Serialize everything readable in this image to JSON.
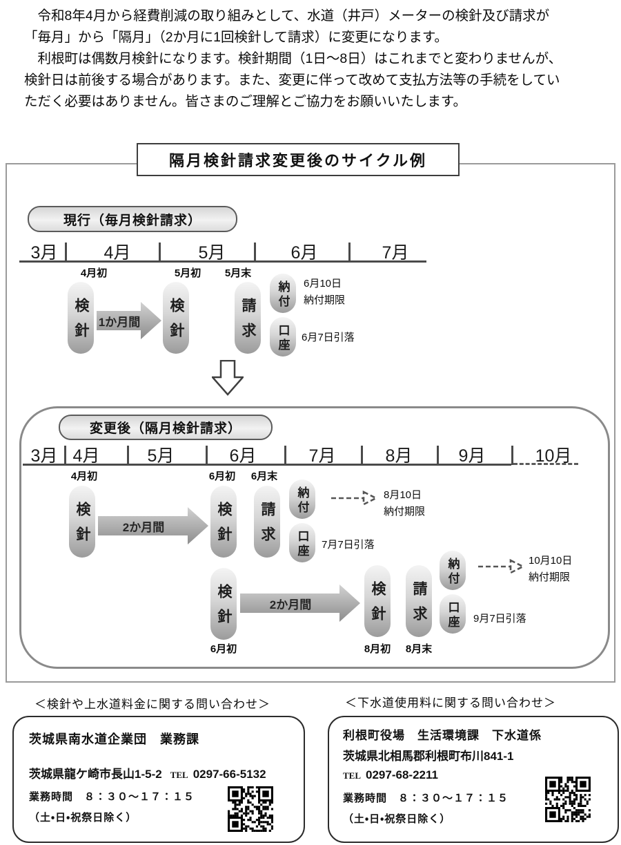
{
  "intro": {
    "lines": [
      "　令和8年4月から経費削減の取り組みとして、水道（井戸）メーターの検針及び請求が",
      "「毎月」から「隔月」（2か月に1回検針して請求）に変更になります。",
      "　利根町は偶数月検針になります。検針期間（1日～8日）はこれまでと変わりませんが、",
      "検針日は前後する場合があります。また、変更に伴って改めて支払方法等の手続をしてい",
      "ただく必要はありません。皆さまのご理解とご協力をお願いいたします。"
    ]
  },
  "cycle": {
    "title": "隔月検針請求変更後のサイクル例",
    "labels": {
      "kenshin": "検針",
      "seikyu": "請求",
      "nofu": "納付",
      "koza": "口座"
    },
    "current": {
      "header": "現行（毎月検針請求）",
      "months": [
        "3月",
        "4月",
        "5月",
        "6月",
        "7月"
      ],
      "marks": [
        "4月初",
        "5月初",
        "5月末"
      ],
      "arrow": "1か月間",
      "due_date": "6月10日",
      "due_label": "納付期限",
      "debit": "6月7日引落"
    },
    "after": {
      "header": "変更後（隔月検針請求）",
      "months": [
        "3月",
        "4月",
        "5月",
        "6月",
        "7月",
        "8月",
        "9月",
        "10月"
      ],
      "marks": [
        "4月初",
        "6月初",
        "6月末"
      ],
      "arrow": "2か月間",
      "cycle1": {
        "due_date": "8月10日",
        "due_label": "納付期限",
        "debit": "7月7日引落"
      },
      "cycle2": {
        "start_mark": "6月初",
        "kenshin_mark": "8月初",
        "seikyu_mark": "8月末",
        "due_date": "10月10日",
        "due_label": "納付期限",
        "debit": "9月7日引落"
      }
    }
  },
  "contacts": {
    "water": {
      "heading": "＜検針や上水道料金に関する問い合わせ＞",
      "org": "茨城県南水道企業団　業務課",
      "address": "茨城県龍ケ崎市長山1-5-2",
      "tel_label": "TEL",
      "tel": "0297-66-5132",
      "hours": "業務時間　８：３０～１７：１５",
      "closed": "（土・日・祝祭日除く）"
    },
    "sewer": {
      "heading": "＜下水道使用料に関する問い合わせ＞",
      "org": "利根町役場　生活環境課　下水道係",
      "address": "茨城県北相馬郡利根町布川841-1",
      "tel_label": "TEL",
      "tel": "0297-68-2211",
      "hours": "業務時間　８：３０～１７：１５",
      "closed": "（土・日・祝祭日除く）"
    }
  }
}
